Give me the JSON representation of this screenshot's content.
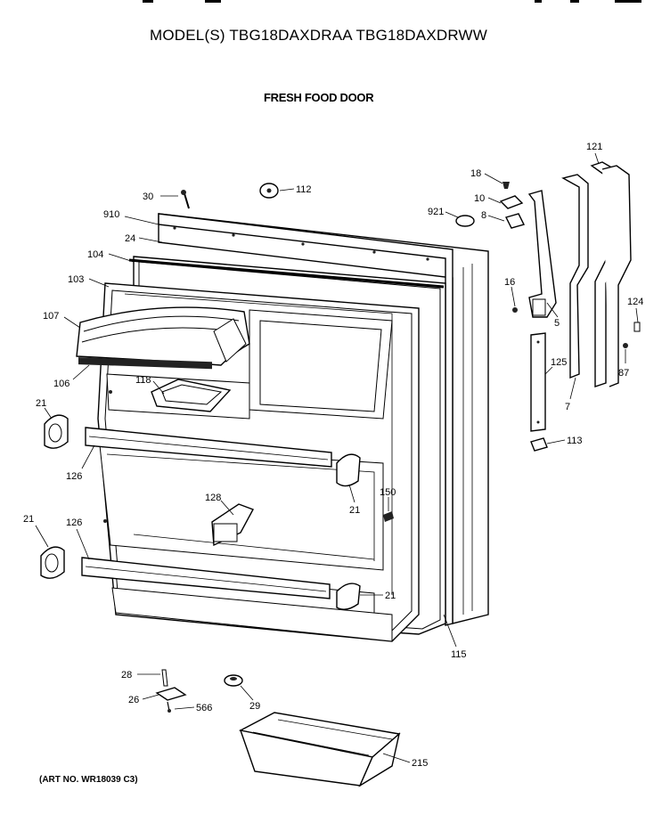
{
  "header": {
    "model_line": "MODEL(S) TBG18DAXDRAA  TBG18DAXDRWW",
    "section_title": "FRESH FOOD DOOR",
    "art_no": "(ART NO. WR18039 C3)"
  },
  "callouts": [
    {
      "id": "30",
      "label": "30"
    },
    {
      "id": "112",
      "label": "112"
    },
    {
      "id": "910",
      "label": "910"
    },
    {
      "id": "24",
      "label": "24"
    },
    {
      "id": "104",
      "label": "104"
    },
    {
      "id": "103",
      "label": "103"
    },
    {
      "id": "107",
      "label": "107"
    },
    {
      "id": "106",
      "label": "106"
    },
    {
      "id": "118",
      "label": "118"
    },
    {
      "id": "21a",
      "label": "21"
    },
    {
      "id": "126a",
      "label": "126"
    },
    {
      "id": "128",
      "label": "128"
    },
    {
      "id": "150",
      "label": "150"
    },
    {
      "id": "21b",
      "label": "21"
    },
    {
      "id": "21c",
      "label": "21"
    },
    {
      "id": "126b",
      "label": "126"
    },
    {
      "id": "21d",
      "label": "21"
    },
    {
      "id": "115",
      "label": "115"
    },
    {
      "id": "18",
      "label": "18"
    },
    {
      "id": "10",
      "label": "10"
    },
    {
      "id": "921",
      "label": "921"
    },
    {
      "id": "8",
      "label": "8"
    },
    {
      "id": "16",
      "label": "16"
    },
    {
      "id": "5",
      "label": "5"
    },
    {
      "id": "121",
      "label": "121"
    },
    {
      "id": "124",
      "label": "124"
    },
    {
      "id": "87",
      "label": "87"
    },
    {
      "id": "125",
      "label": "125"
    },
    {
      "id": "7",
      "label": "7"
    },
    {
      "id": "113",
      "label": "113"
    },
    {
      "id": "28",
      "label": "28"
    },
    {
      "id": "26",
      "label": "26"
    },
    {
      "id": "566",
      "label": "566"
    },
    {
      "id": "29",
      "label": "29"
    },
    {
      "id": "215",
      "label": "215"
    }
  ]
}
